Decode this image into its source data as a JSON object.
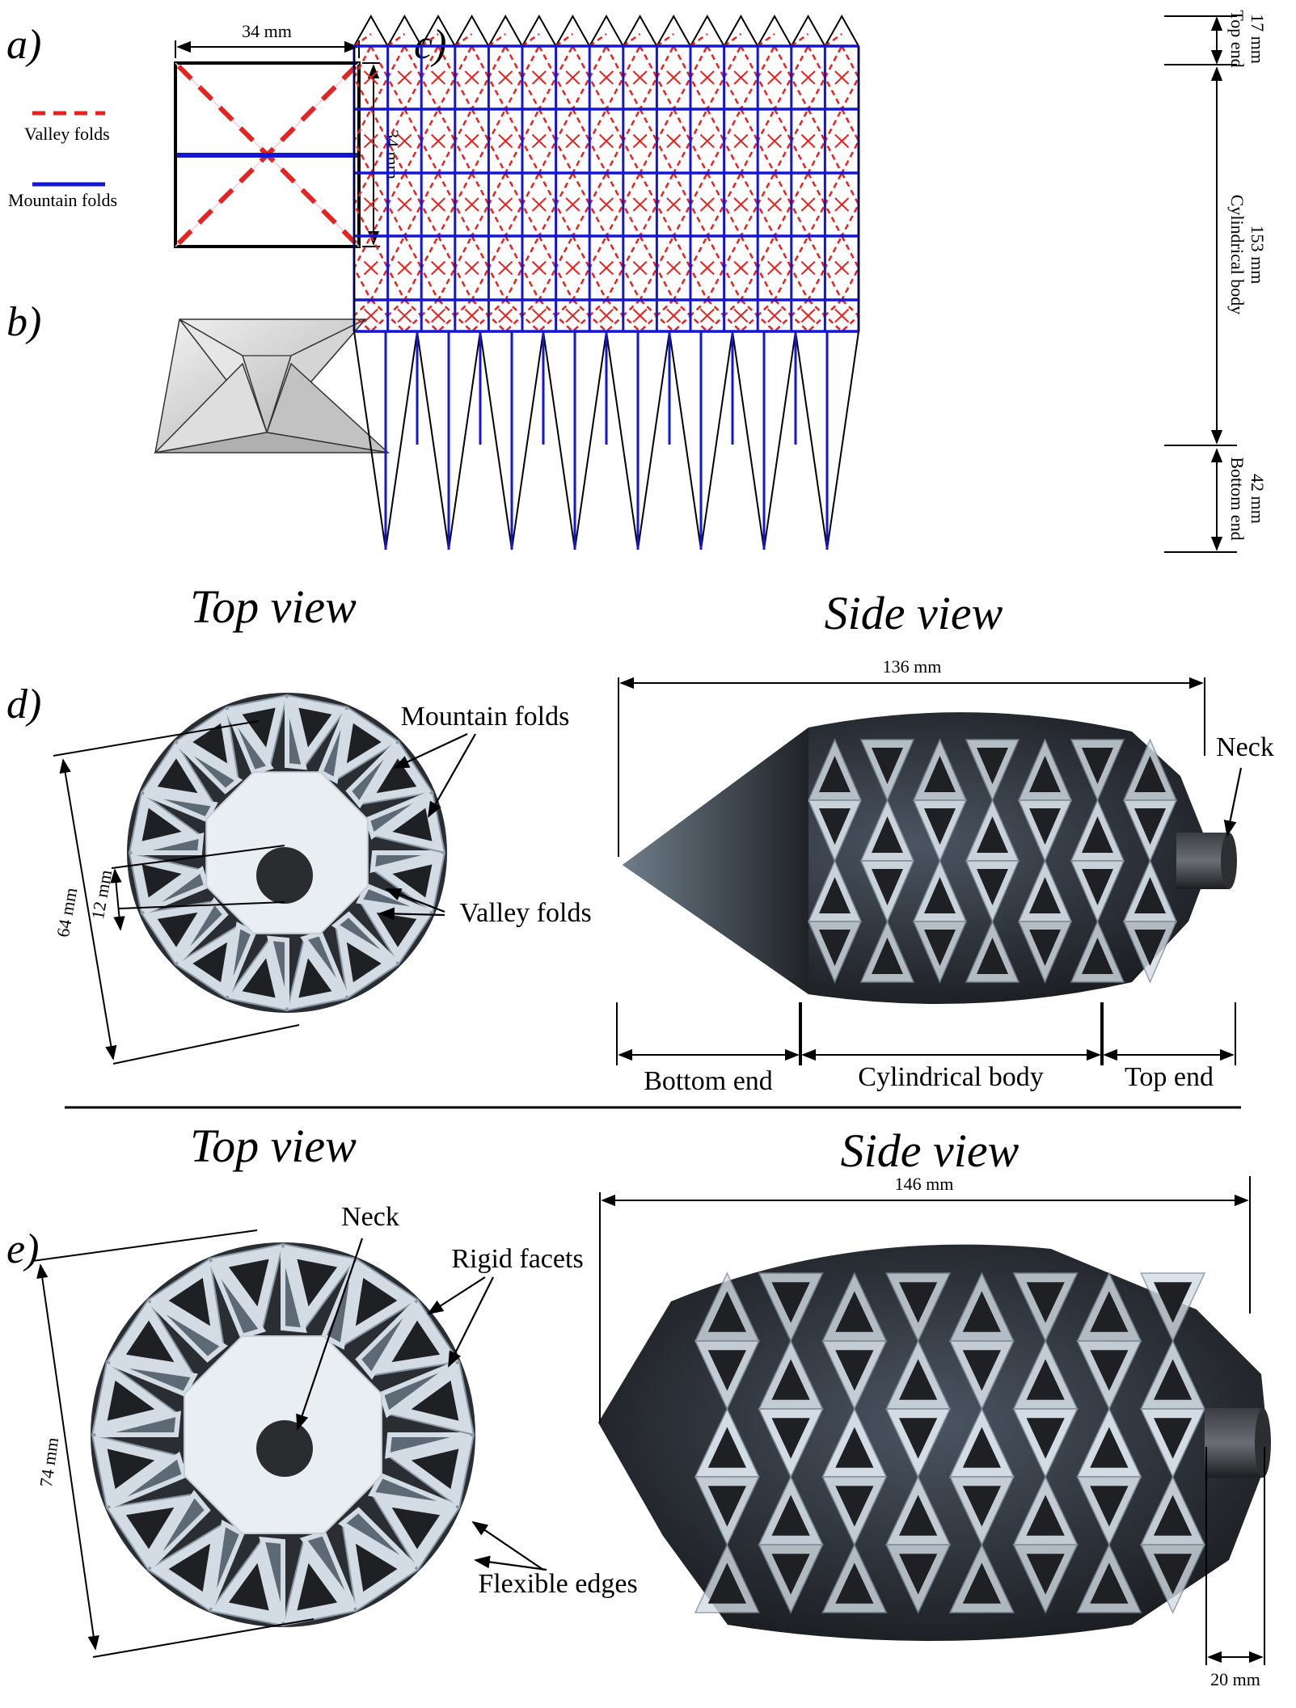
{
  "panels": {
    "a": {
      "letter": "a)",
      "width_label": "34 mm",
      "height_label": "34 mm",
      "legend": {
        "valley": "Valley folds",
        "mountain": "Mountain folds"
      }
    },
    "b": {
      "letter": "b)"
    },
    "c": {
      "letter": "c)",
      "top_label_1": "Top end",
      "top_label_2": "17 mm",
      "body_label_1": "Cylindrical body",
      "body_label_2": "153 mm",
      "bottom_label_1": "Bottom end",
      "bottom_label_2": "42 mm"
    },
    "d": {
      "letter": "d)",
      "top_view_title": "Top view",
      "side_view_title": "Side view",
      "diameter_label": "64 mm",
      "neck_diameter_label": "12 mm",
      "mountain_label": "Mountain folds",
      "valley_label": "Valley folds",
      "length_label": "136 mm",
      "neck_label": "Neck",
      "bottom_end_label": "Bottom end",
      "body_label": "Cylindrical body",
      "top_end_label": "Top end"
    },
    "e": {
      "letter": "e)",
      "top_view_title": "Top view",
      "side_view_title": "Side view",
      "diameter_label": "74 mm",
      "neck_label": "Neck",
      "rigid_label": "Rigid facets",
      "flexible_label": "Flexible edges",
      "length_label": "146 mm",
      "neck_width_label": "20 mm"
    }
  },
  "colors": {
    "valley": "#e8231f",
    "mountain": "#1515d6",
    "facet_dark": "#1e2024",
    "frame_light": "#d3dce4",
    "frame_mid": "#8a98a6",
    "disk": "#e9eef2"
  }
}
